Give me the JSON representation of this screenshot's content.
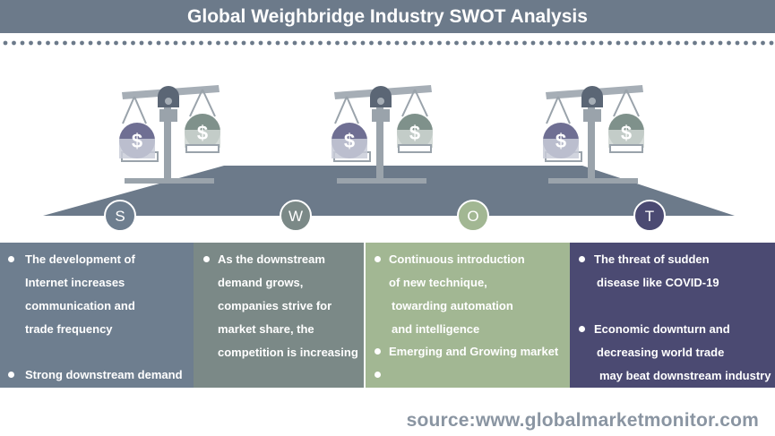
{
  "title": "Global Weighbridge Industry SWOT Analysis",
  "letters": [
    "S",
    "W",
    "O",
    "T"
  ],
  "colors": {
    "title_bar": "#6c7a8a",
    "dot": "#6c7a8a",
    "platform": "#6c7a8a",
    "strengths": "#6e7e8f",
    "weaknesses": "#7b8987",
    "opportunities": "#a2b793",
    "threats": "#4b4a72",
    "purple_pan": "#6f6f93",
    "green_pan": "#7f918b"
  },
  "columns": {
    "s": {
      "lines": [
        "The development of",
        "Internet increases",
        "communication and",
        "trade frequency",
        "Strong downstream demand"
      ]
    },
    "w": {
      "lines": [
        "As the downstream",
        "demand grows,",
        "companies strive for",
        "market share, the",
        "competition is increasing"
      ]
    },
    "o": {
      "lines": [
        "Continuous  introduction",
        "of new technique,",
        "towarding automation",
        "and intelligence",
        "Emerging and Growing  market"
      ]
    },
    "t": {
      "lines": [
        "The threat of sudden",
        "disease like COVID-19",
        "Economic downturn and",
        "decreasing world trade",
        "may beat downstream industry"
      ]
    }
  },
  "icons": [
    "scale-icon",
    "dollar-icon"
  ],
  "source": "source:www.globalmarketmonitor.com"
}
